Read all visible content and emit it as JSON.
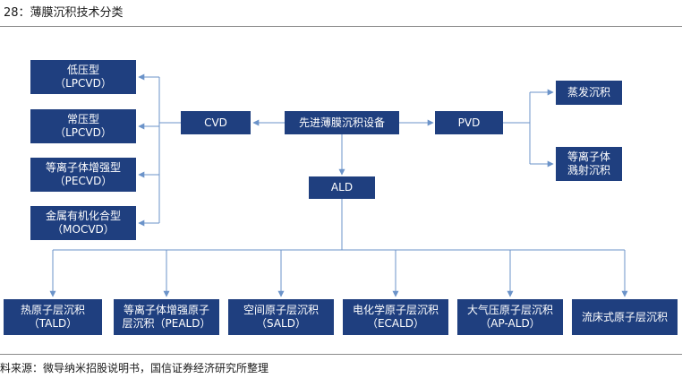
{
  "title": "28：薄膜沉积技术分类",
  "source": "料来源：微导纳米招股说明书，国信证券经济研究所整理",
  "colors": {
    "box": "#1f3f7f",
    "connector": "#6b93c9"
  },
  "nodes": {
    "center": "先进薄膜沉积设备",
    "cvd": "CVD",
    "pvd": "PVD",
    "ald": "ALD",
    "lpcvd1": {
      "line1": "低压型",
      "line2": "（LPCVD）"
    },
    "lpcvd2": {
      "line1": "常压型",
      "line2": "（LPCVD）"
    },
    "pecvd": {
      "line1": "等离子体增强型",
      "line2": "（PECVD）"
    },
    "mocvd": {
      "line1": "金属有机化合型",
      "line2": "（MOCVD）"
    },
    "evap": "蒸发沉积",
    "sputter": {
      "line1": "等离子体",
      "line2": "溅射沉积"
    },
    "tald": {
      "line1": "热原子层沉积",
      "line2": "（TALD）"
    },
    "peald": {
      "line1": "等离子体增强原子",
      "line2": "层沉积（PEALD）"
    },
    "sald": {
      "line1": "空间原子层沉积",
      "line2": "（SALD）"
    },
    "ecald": {
      "line1": "电化学原子层沉积",
      "line2": "（ECALD）"
    },
    "apald": {
      "line1": "大气压原子层沉积",
      "line2": "（AP-ALD）"
    },
    "fbald": "流床式原子层沉积"
  }
}
